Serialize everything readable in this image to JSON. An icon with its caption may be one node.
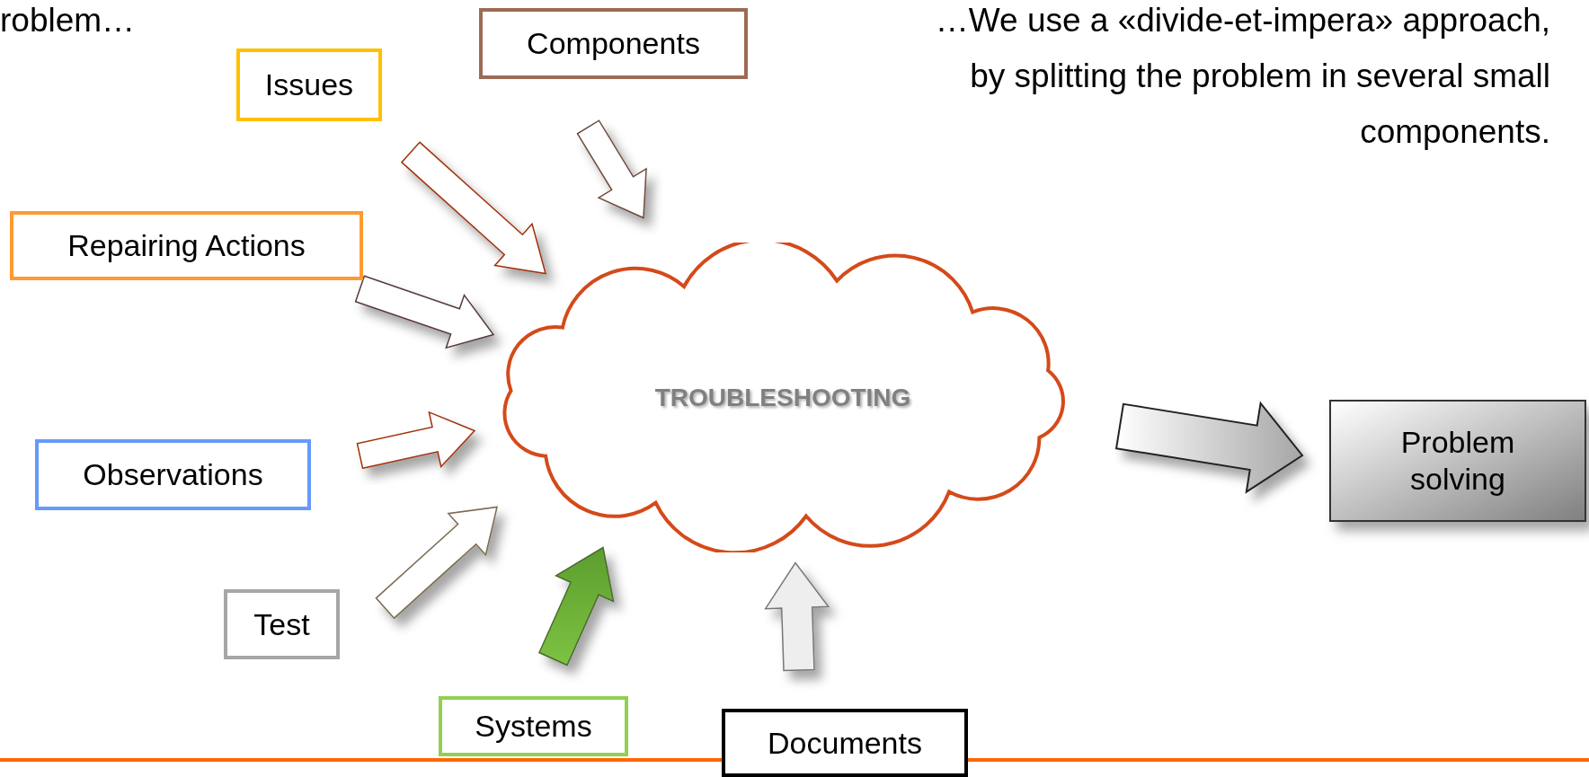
{
  "diagram": {
    "nodes": [
      {
        "text": [
          "Components"
        ]
      },
      {
        "text": [
          "Issues"
        ]
      },
      {
        "text": [
          "Repairing Actions"
        ]
      },
      {
        "text": [
          "TROUBLESHOOTING"
        ]
      },
      {
        "text": [
          "Problem solving"
        ]
      },
      {
        "text": [
          "Observations"
        ]
      },
      {
        "text": [
          "Test"
        ]
      },
      {
        "text": [
          "Systems"
        ]
      },
      {
        "text": [
          "Documents"
        ]
      }
    ],
    "edges": [
      {
        "from": 0,
        "to": 3,
        "arrow": "to"
      },
      {
        "from": 1,
        "to": 3,
        "arrow": "to"
      },
      {
        "from": 2,
        "to": 3,
        "arrow": "to"
      },
      {
        "from": 5,
        "to": 3,
        "arrow": "to"
      },
      {
        "from": 6,
        "to": 3,
        "arrow": "to"
      },
      {
        "from": 7,
        "to": 3,
        "arrow": "to",
        "color": "#7dc242"
      },
      {
        "from": 8,
        "to": 3,
        "arrow": "to",
        "color": "#eeeeee"
      },
      {
        "from": 3,
        "to": 4,
        "arrow": "to",
        "style": "thick",
        "color": "#a6a6a6"
      }
    ],
    "labels": [
      "roblem…",
      "…We use a «divide-et-impera» approach, by splitting the problem in several small components."
    ]
  }
}
